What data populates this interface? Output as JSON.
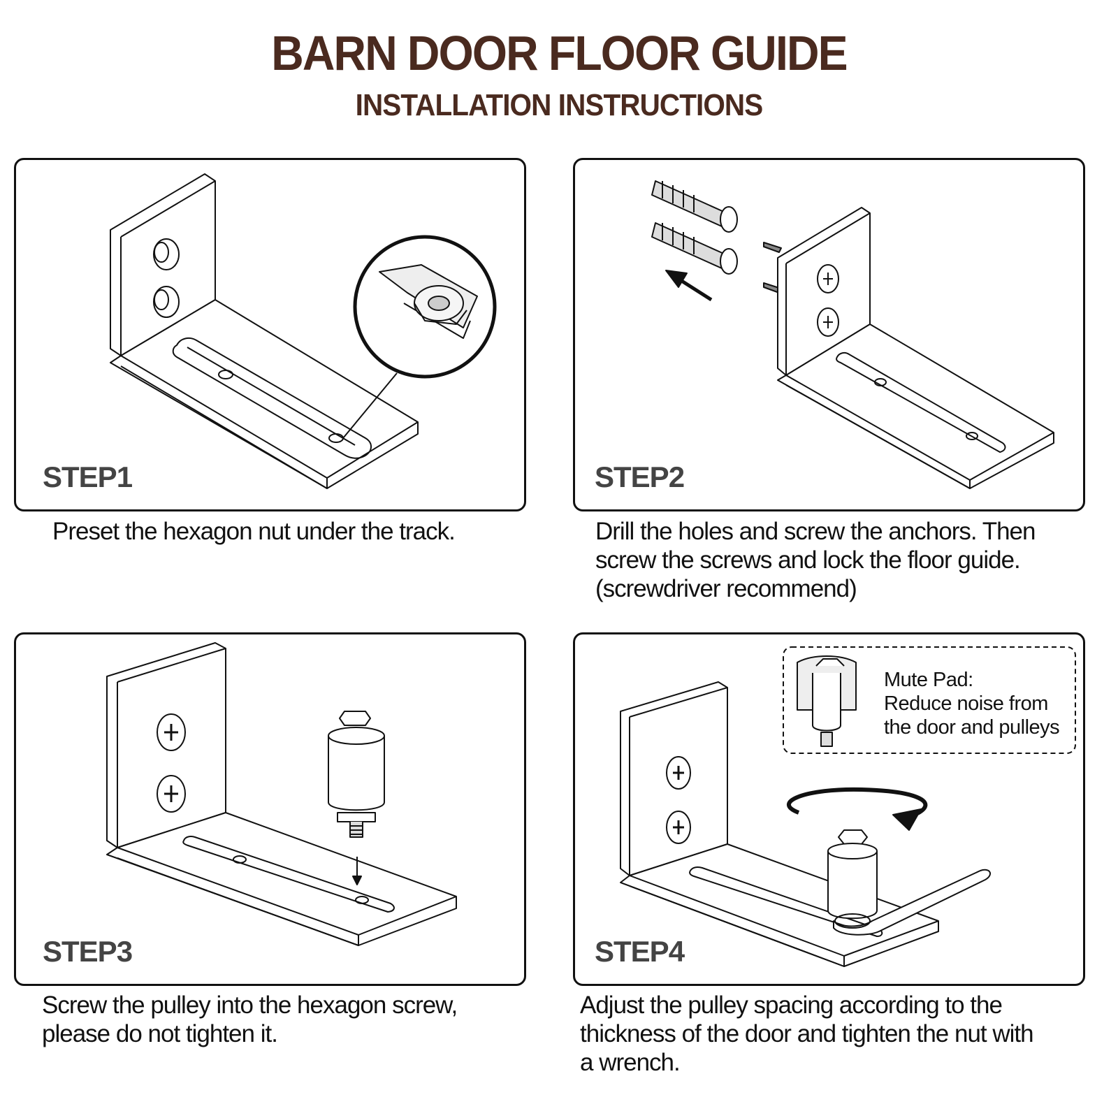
{
  "title": "BARN DOOR FLOOR GUIDE",
  "subtitle": "INSTALLATION INSTRUCTIONS",
  "steps": [
    {
      "label": "STEP1",
      "caption": [
        "Preset the hexagon nut under the track."
      ]
    },
    {
      "label": "STEP2",
      "caption": [
        "Drill the holes and screw the anchors. Then",
        "screw the screws and lock the floor guide.",
        "(screwdriver recommend)"
      ]
    },
    {
      "label": "STEP3",
      "caption": [
        "Screw the pulley into the hexagon screw,",
        "please do not tighten it."
      ]
    },
    {
      "label": "STEP4",
      "caption": [
        "Adjust the pulley spacing according to the",
        "thickness of the door and tighten the nut with",
        "a wrench."
      ]
    }
  ],
  "mute_pad": {
    "lines": [
      "Mute Pad:",
      "Reduce noise from",
      "the door and pulleys"
    ]
  },
  "colors": {
    "heading": "#4a2a1f",
    "step_label": "#444444",
    "line_art": "#111111"
  }
}
